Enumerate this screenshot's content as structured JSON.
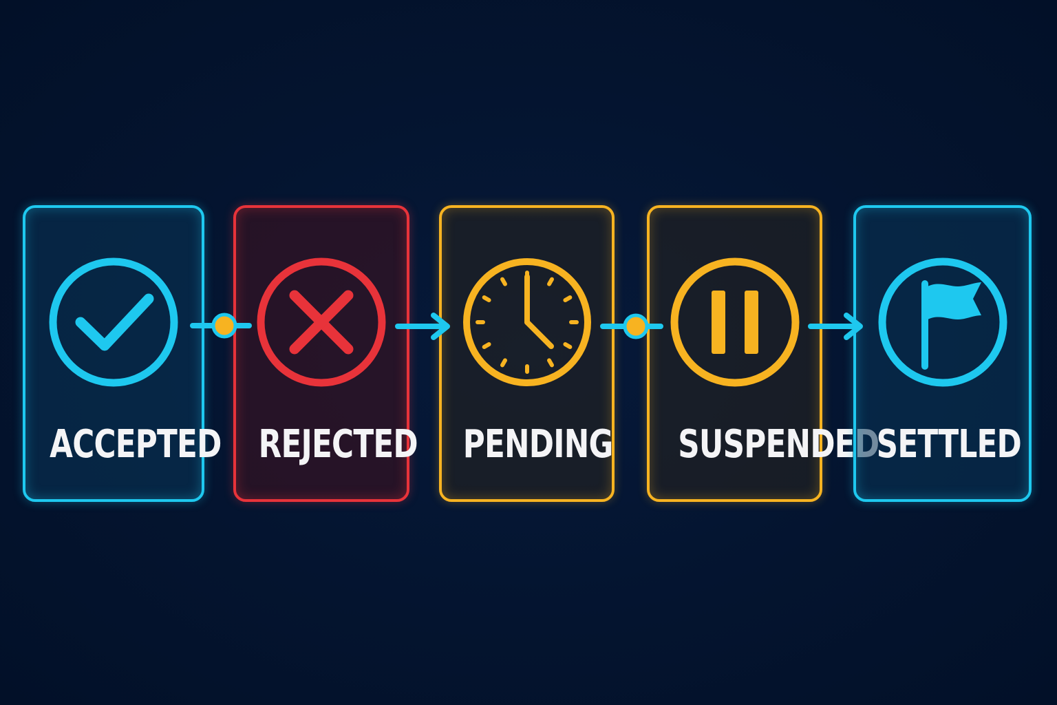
{
  "colors": {
    "background": "#03122b",
    "cyan": "#1ec8ef",
    "red": "#e8333a",
    "amber": "#f7b321",
    "label": "#f4f4f6"
  },
  "steps": [
    {
      "label": "ACCEPTED",
      "icon": "check-circle-icon",
      "color": "#1ec8ef"
    },
    {
      "label": "REJECTED",
      "icon": "x-circle-icon",
      "color": "#e8333a"
    },
    {
      "label": "PENDING",
      "icon": "clock-icon",
      "color": "#f7b321"
    },
    {
      "label": "SUSPENDED",
      "icon": "pause-circle-icon",
      "color": "#f7b321"
    },
    {
      "label": "SETTLED",
      "icon": "flag-circle-icon",
      "color": "#1ec8ef"
    }
  ],
  "connectors": [
    {
      "type": "dot-link"
    },
    {
      "type": "arrow"
    },
    {
      "type": "dot-link"
    },
    {
      "type": "arrow"
    }
  ]
}
